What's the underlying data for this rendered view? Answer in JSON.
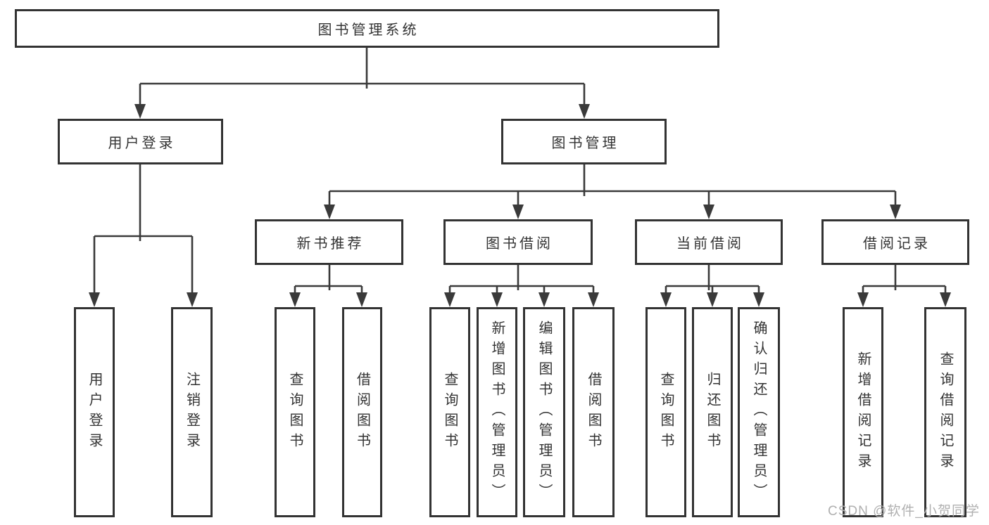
{
  "colors": {
    "line": "#3a3a3a",
    "box_border": "#333333",
    "text": "#333333",
    "watermark": "#b0b0b0",
    "background": "#ffffff"
  },
  "watermark": "CSDN @软件_小贺同学",
  "tree": {
    "root": {
      "label": "图书管理系统",
      "children": [
        {
          "label": "用户登录",
          "children": [
            {
              "label": "用户登录"
            },
            {
              "label": "注销登录"
            }
          ]
        },
        {
          "label": "图书管理",
          "children": [
            {
              "label": "新书推荐",
              "children": [
                {
                  "label": "查询图书"
                },
                {
                  "label": "借阅图书"
                }
              ]
            },
            {
              "label": "图书借阅",
              "children": [
                {
                  "label": "查询图书"
                },
                {
                  "label": "新增图书（管理员）"
                },
                {
                  "label": "编辑图书（管理员）"
                },
                {
                  "label": "借阅图书"
                }
              ]
            },
            {
              "label": "当前借阅",
              "children": [
                {
                  "label": "查询图书"
                },
                {
                  "label": "归还图书"
                },
                {
                  "label": "确认归还（管理员）"
                }
              ]
            },
            {
              "label": "借阅记录",
              "children": [
                {
                  "label": "新增借阅记录"
                },
                {
                  "label": "查询借阅记录"
                }
              ]
            }
          ]
        }
      ]
    }
  }
}
